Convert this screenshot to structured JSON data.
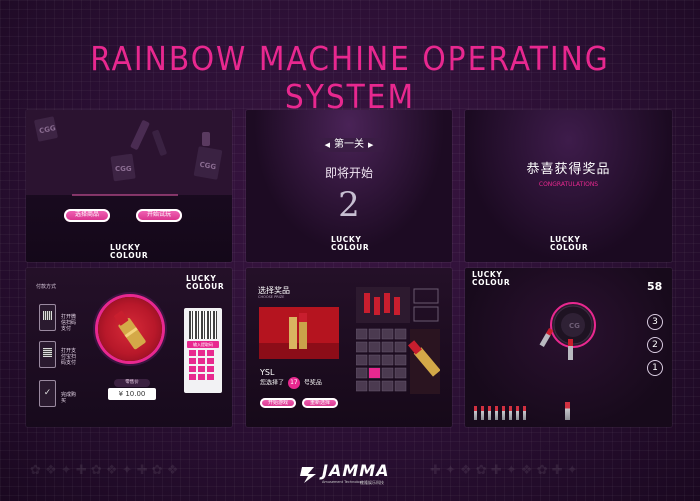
{
  "header": {
    "title": "RAINBOW MACHINE OPERATING SYSTEM"
  },
  "brand": {
    "lucky_line1": "LUCKY",
    "lucky_line2": "COLOUR"
  },
  "panel1": {
    "btn_choose_label": "选择商品",
    "btn_choose_sub": "CHANGE PRIZE",
    "btn_start_label": "开始试玩",
    "btn_start_sub": "TRIAL PLAY"
  },
  "panel2": {
    "level": "第一关",
    "starting": "即将开始",
    "countdown": "2"
  },
  "panel3": {
    "congrats_cn": "恭喜获得奖品",
    "congrats_en": "CONGRATULATIONS"
  },
  "panel4": {
    "pay_method": "付款方式",
    "step1": "打开微信扫码支付",
    "step2": "打开支付宝扫码支付",
    "step3": "完成购买",
    "scan_label": "输入提取码",
    "price_tag": "零售价",
    "price": "¥ 10.00"
  },
  "panel5": {
    "choose_prize": "选择奖品",
    "choose_prize_en": "CHOOSE PRIZE",
    "brand": "YSL",
    "selected_prefix": "您选择了",
    "selected_num": "17",
    "selected_suffix": "号奖品",
    "btn_start": "开始游戏",
    "btn_reselect": "重新选择"
  },
  "panel6": {
    "timer": "58",
    "levels": [
      "3",
      "2",
      "1"
    ]
  },
  "footer": {
    "logo_text": "JAMMA",
    "logo_sub": "Amusement Technology",
    "logo_cn": "佳隆娱乐科技"
  },
  "colors": {
    "accent": "#e8288f",
    "bg": "#2a0f33"
  }
}
